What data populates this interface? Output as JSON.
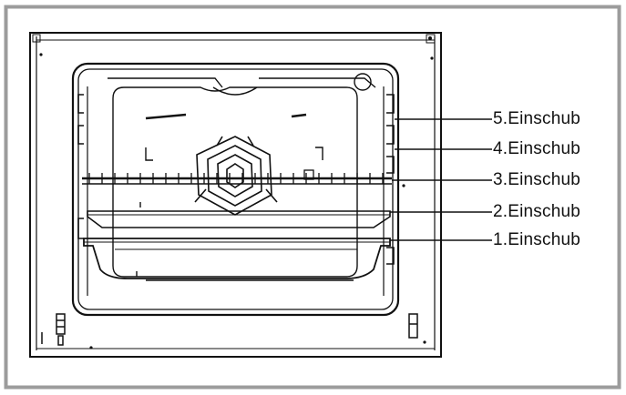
{
  "diagram": {
    "rack_labels": [
      {
        "id": "5",
        "text": "5.Einschub"
      },
      {
        "id": "4",
        "text": "4.Einschub"
      },
      {
        "id": "3",
        "text": "3.Einschub"
      },
      {
        "id": "2",
        "text": "2.Einschub"
      },
      {
        "id": "1",
        "text": "1.Einschub"
      }
    ]
  },
  "colors": {
    "border": "#9c9c9c",
    "line": "#111111",
    "background": "#ffffff"
  }
}
